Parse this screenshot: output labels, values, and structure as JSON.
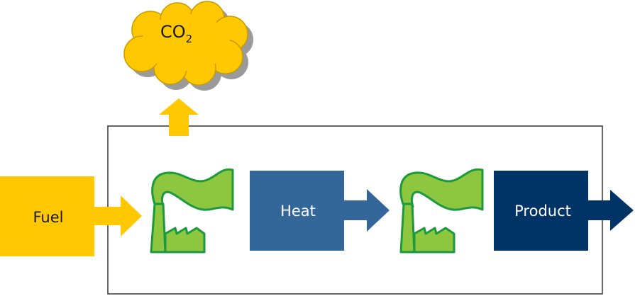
{
  "colors": {
    "fuel": "#FFC800",
    "cloud": "#FFC800",
    "cloud_stroke": "#C89B00",
    "shadow": "#9A9A9A",
    "factory_fill": "#8DC63F",
    "factory_stroke": "#1A9A3C",
    "heat": "#336699",
    "product": "#003366",
    "frame": "#333333"
  },
  "labels": {
    "fuel": "Fuel",
    "heat": "Heat",
    "product": "Product",
    "co2_main": "CO",
    "co2_sub": "2"
  },
  "icons": {
    "factory_1": "factory-icon",
    "factory_2": "factory-icon",
    "cloud": "cloud-icon"
  }
}
